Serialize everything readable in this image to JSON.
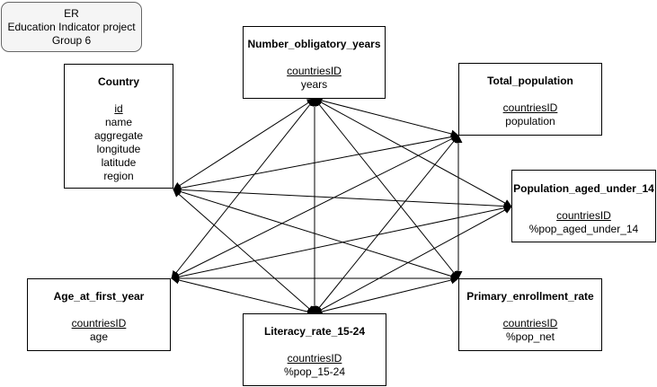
{
  "title_lines": [
    "ER",
    "Education Indicator project",
    "Group 6"
  ],
  "entities": {
    "country": {
      "name": "Country",
      "attributes": [
        {
          "label": "id",
          "key": true
        },
        {
          "label": "name",
          "key": false
        },
        {
          "label": "aggregate",
          "key": false
        },
        {
          "label": "longitude",
          "key": false
        },
        {
          "label": "latitude",
          "key": false
        },
        {
          "label": "region",
          "key": false
        }
      ]
    },
    "number_obligatory_years": {
      "name": "Number_obligatory_years",
      "attributes": [
        {
          "label": "countriesID",
          "key": true
        },
        {
          "label": "years",
          "key": false
        }
      ]
    },
    "total_population": {
      "name": "Total_population",
      "attributes": [
        {
          "label": "countriesID",
          "key": true
        },
        {
          "label": "population",
          "key": false
        }
      ]
    },
    "population_aged_under_14": {
      "name": "Population_aged_under_14",
      "attributes": [
        {
          "label": "countriesID",
          "key": true
        },
        {
          "label": "%pop_aged_under_14",
          "key": false
        }
      ]
    },
    "age_at_first_year": {
      "name": "Age_at_first_year",
      "attributes": [
        {
          "label": "countriesID",
          "key": true
        },
        {
          "label": "age",
          "key": false
        }
      ]
    },
    "literacy_rate": {
      "name": "Literacy_rate_15-24",
      "attributes": [
        {
          "label": "countriesID",
          "key": true
        },
        {
          "label": "%pop_15-24",
          "key": false
        }
      ]
    },
    "primary_enrollment_rate": {
      "name": "Primary_enrollment_rate",
      "attributes": [
        {
          "label": "countriesID",
          "key": true
        },
        {
          "label": "%pop_net",
          "key": false
        }
      ]
    }
  },
  "relationships": [
    [
      "country",
      "number_obligatory_years"
    ],
    [
      "country",
      "total_population"
    ],
    [
      "country",
      "population_aged_under_14"
    ],
    [
      "country",
      "primary_enrollment_rate"
    ],
    [
      "country",
      "literacy_rate"
    ],
    [
      "age_at_first_year",
      "number_obligatory_years"
    ],
    [
      "age_at_first_year",
      "total_population"
    ],
    [
      "age_at_first_year",
      "population_aged_under_14"
    ],
    [
      "age_at_first_year",
      "primary_enrollment_rate"
    ],
    [
      "age_at_first_year",
      "literacy_rate"
    ],
    [
      "number_obligatory_years",
      "total_population"
    ],
    [
      "number_obligatory_years",
      "population_aged_under_14"
    ],
    [
      "number_obligatory_years",
      "primary_enrollment_rate"
    ],
    [
      "number_obligatory_years",
      "literacy_rate"
    ],
    [
      "literacy_rate",
      "total_population"
    ],
    [
      "literacy_rate",
      "population_aged_under_14"
    ],
    [
      "literacy_rate",
      "primary_enrollment_rate"
    ],
    [
      "total_population",
      "primary_enrollment_rate"
    ]
  ],
  "colors": {
    "line": "#000000",
    "title_fill": "#f5f5f5",
    "title_border": "#666666"
  }
}
